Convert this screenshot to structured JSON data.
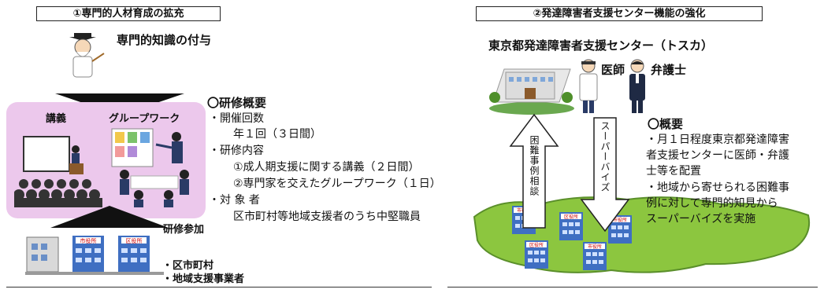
{
  "left_panel": {
    "title": "①専門的人材育成の拡充",
    "top_label": "専門的知識の付与",
    "lecture_label": "講義",
    "groupwork_label": "グループワーク",
    "participation_label": "研修参加",
    "participants": [
      "・区市町村",
      "・地域支援事業者"
    ],
    "office_sign_1": "市役所",
    "office_sign_2": "区役所",
    "overview": {
      "heading": "〇研修概要",
      "lines": [
        "・開催回数",
        "年１回（３日間）",
        "・研修内容",
        "①成人期支援に関する講義（２日間）",
        "②専門家を交えたグループワーク（１日）",
        "・対 象 者",
        "区市町村等地域支援者のうち中堅職員"
      ]
    }
  },
  "right_panel": {
    "title": "②発達障害者支援センター機能の強化",
    "center_name": "東京都発達障害者支援センター（トスカ）",
    "doctor_label": "医師",
    "lawyer_label": "弁護士",
    "arrow_up_label": "困難事例相談",
    "arrow_down_label": "スーパーバイズ",
    "office_signs": [
      "市役所",
      "区役所",
      "市役所",
      "区役所",
      "市役所"
    ],
    "overview": {
      "heading": "〇概要",
      "lines": [
        "・月１日程度東京都発達障害",
        "者支援センターに医師・弁護",
        "士等を配置",
        "・地域から寄せられる困難事",
        "例に対して専門的知見から",
        "スーパーバイズを実施"
      ]
    }
  },
  "colors": {
    "training_bg": "#ecc8ec",
    "arrow_black": "#111111",
    "building_blue": "#3f6fc2",
    "map_green": "#8cc63f",
    "map_dark": "#5a8f2a"
  }
}
